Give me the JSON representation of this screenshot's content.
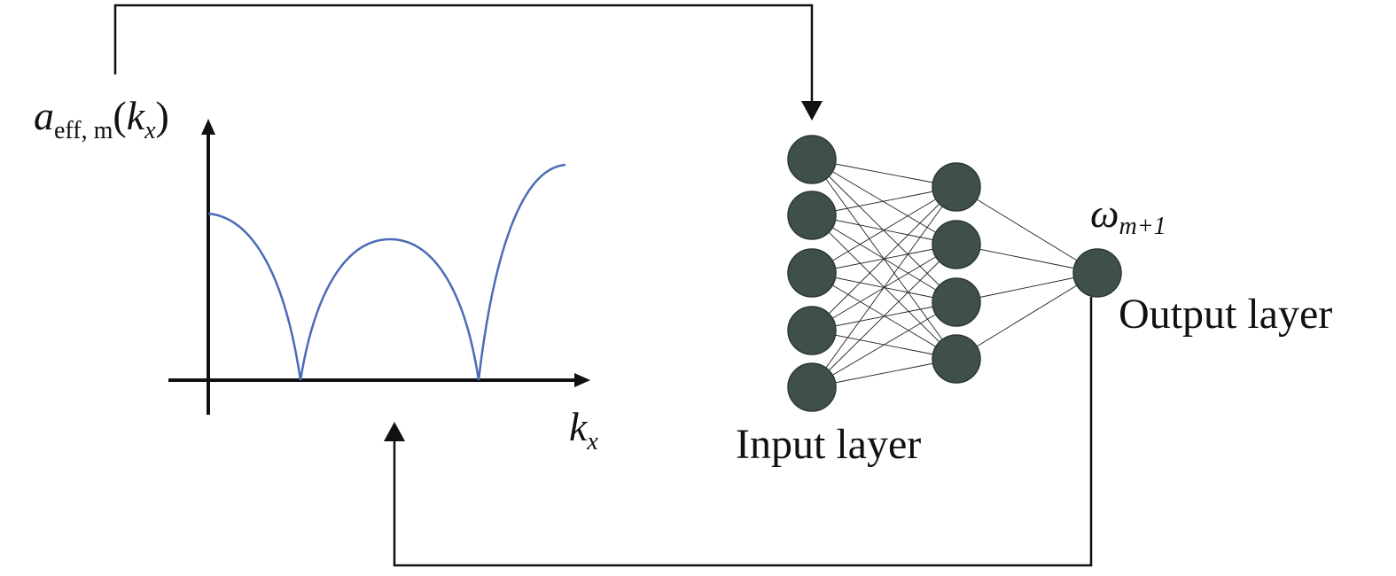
{
  "colors": {
    "line": "#111111",
    "curve": "#4a6bb5",
    "node": "#3f4f4c",
    "node_stroke": "#2c3836"
  },
  "plot": {
    "y_label_main": "a",
    "y_label_sub": "eff, m",
    "y_label_arg_open": "(",
    "y_label_arg_var": "k",
    "y_label_arg_sub": "x",
    "y_label_arg_close": ")",
    "x_label_main": "k",
    "x_label_sub": "x"
  },
  "network": {
    "input_label": "Input layer",
    "output_label": "Output layer",
    "output_symbol": "ω",
    "output_subscript": "m+1",
    "layers": [
      5,
      4,
      1
    ]
  }
}
